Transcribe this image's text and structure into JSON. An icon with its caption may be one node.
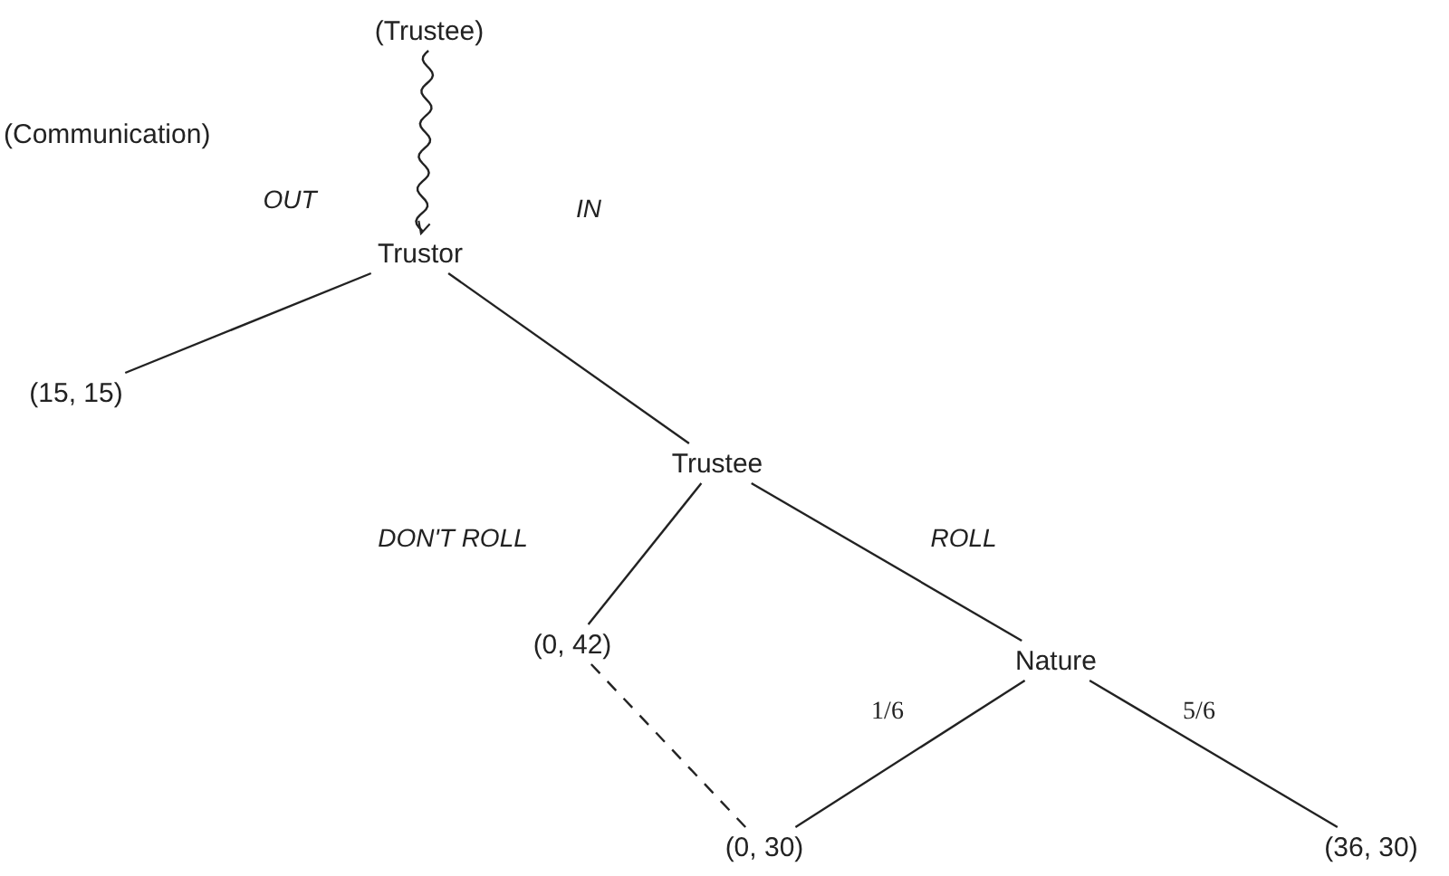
{
  "diagram": {
    "nodes": [
      {
        "text": [
          "(Trustee)"
        ]
      },
      {
        "text": [
          "Trustor"
        ]
      },
      {
        "text": [
          "(15, 15)"
        ]
      },
      {
        "text": [
          "Trustee"
        ]
      },
      {
        "text": [
          "(0, 42)"
        ]
      },
      {
        "text": [
          "Nature"
        ]
      },
      {
        "text": [
          "(0, 30)"
        ]
      },
      {
        "text": [
          "(36, 30)"
        ]
      }
    ],
    "edges": [
      {
        "from": 0,
        "to": 1,
        "arrow": "to"
      },
      {
        "from": 1,
        "to": 2,
        "arrow": "none",
        "label": "OUT"
      },
      {
        "from": 1,
        "to": 3,
        "arrow": "none",
        "label": "IN"
      },
      {
        "from": 3,
        "to": 4,
        "arrow": "none",
        "label": "DON'T ROLL"
      },
      {
        "from": 3,
        "to": 5,
        "arrow": "none",
        "label": "ROLL"
      },
      {
        "from": 5,
        "to": 6,
        "arrow": "none",
        "label": "1/6"
      },
      {
        "from": 5,
        "to": 7,
        "arrow": "none",
        "label": "5/6"
      },
      {
        "from": 4,
        "to": 6,
        "arrow": "none",
        "style": "dashed"
      }
    ],
    "labels": [
      "(Communication)"
    ]
  }
}
